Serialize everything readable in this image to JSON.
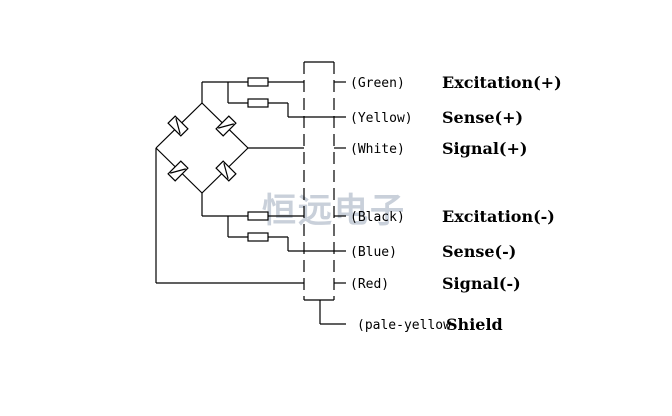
{
  "watermark": "恒远电子",
  "wires": [
    {
      "color_label": "(Green)",
      "signal": "Excitation(+)"
    },
    {
      "color_label": "(Yellow)",
      "signal": "Sense(+)"
    },
    {
      "color_label": "(White)",
      "signal": "Signal(+)"
    },
    {
      "color_label": "(Black)",
      "signal": "Excitation(-)"
    },
    {
      "color_label": "(Blue)",
      "signal": "Sense(-)"
    },
    {
      "color_label": "(Red)",
      "signal": "Signal(-)"
    },
    {
      "color_label": "(pale-yellow",
      "signal": "Shield"
    }
  ]
}
